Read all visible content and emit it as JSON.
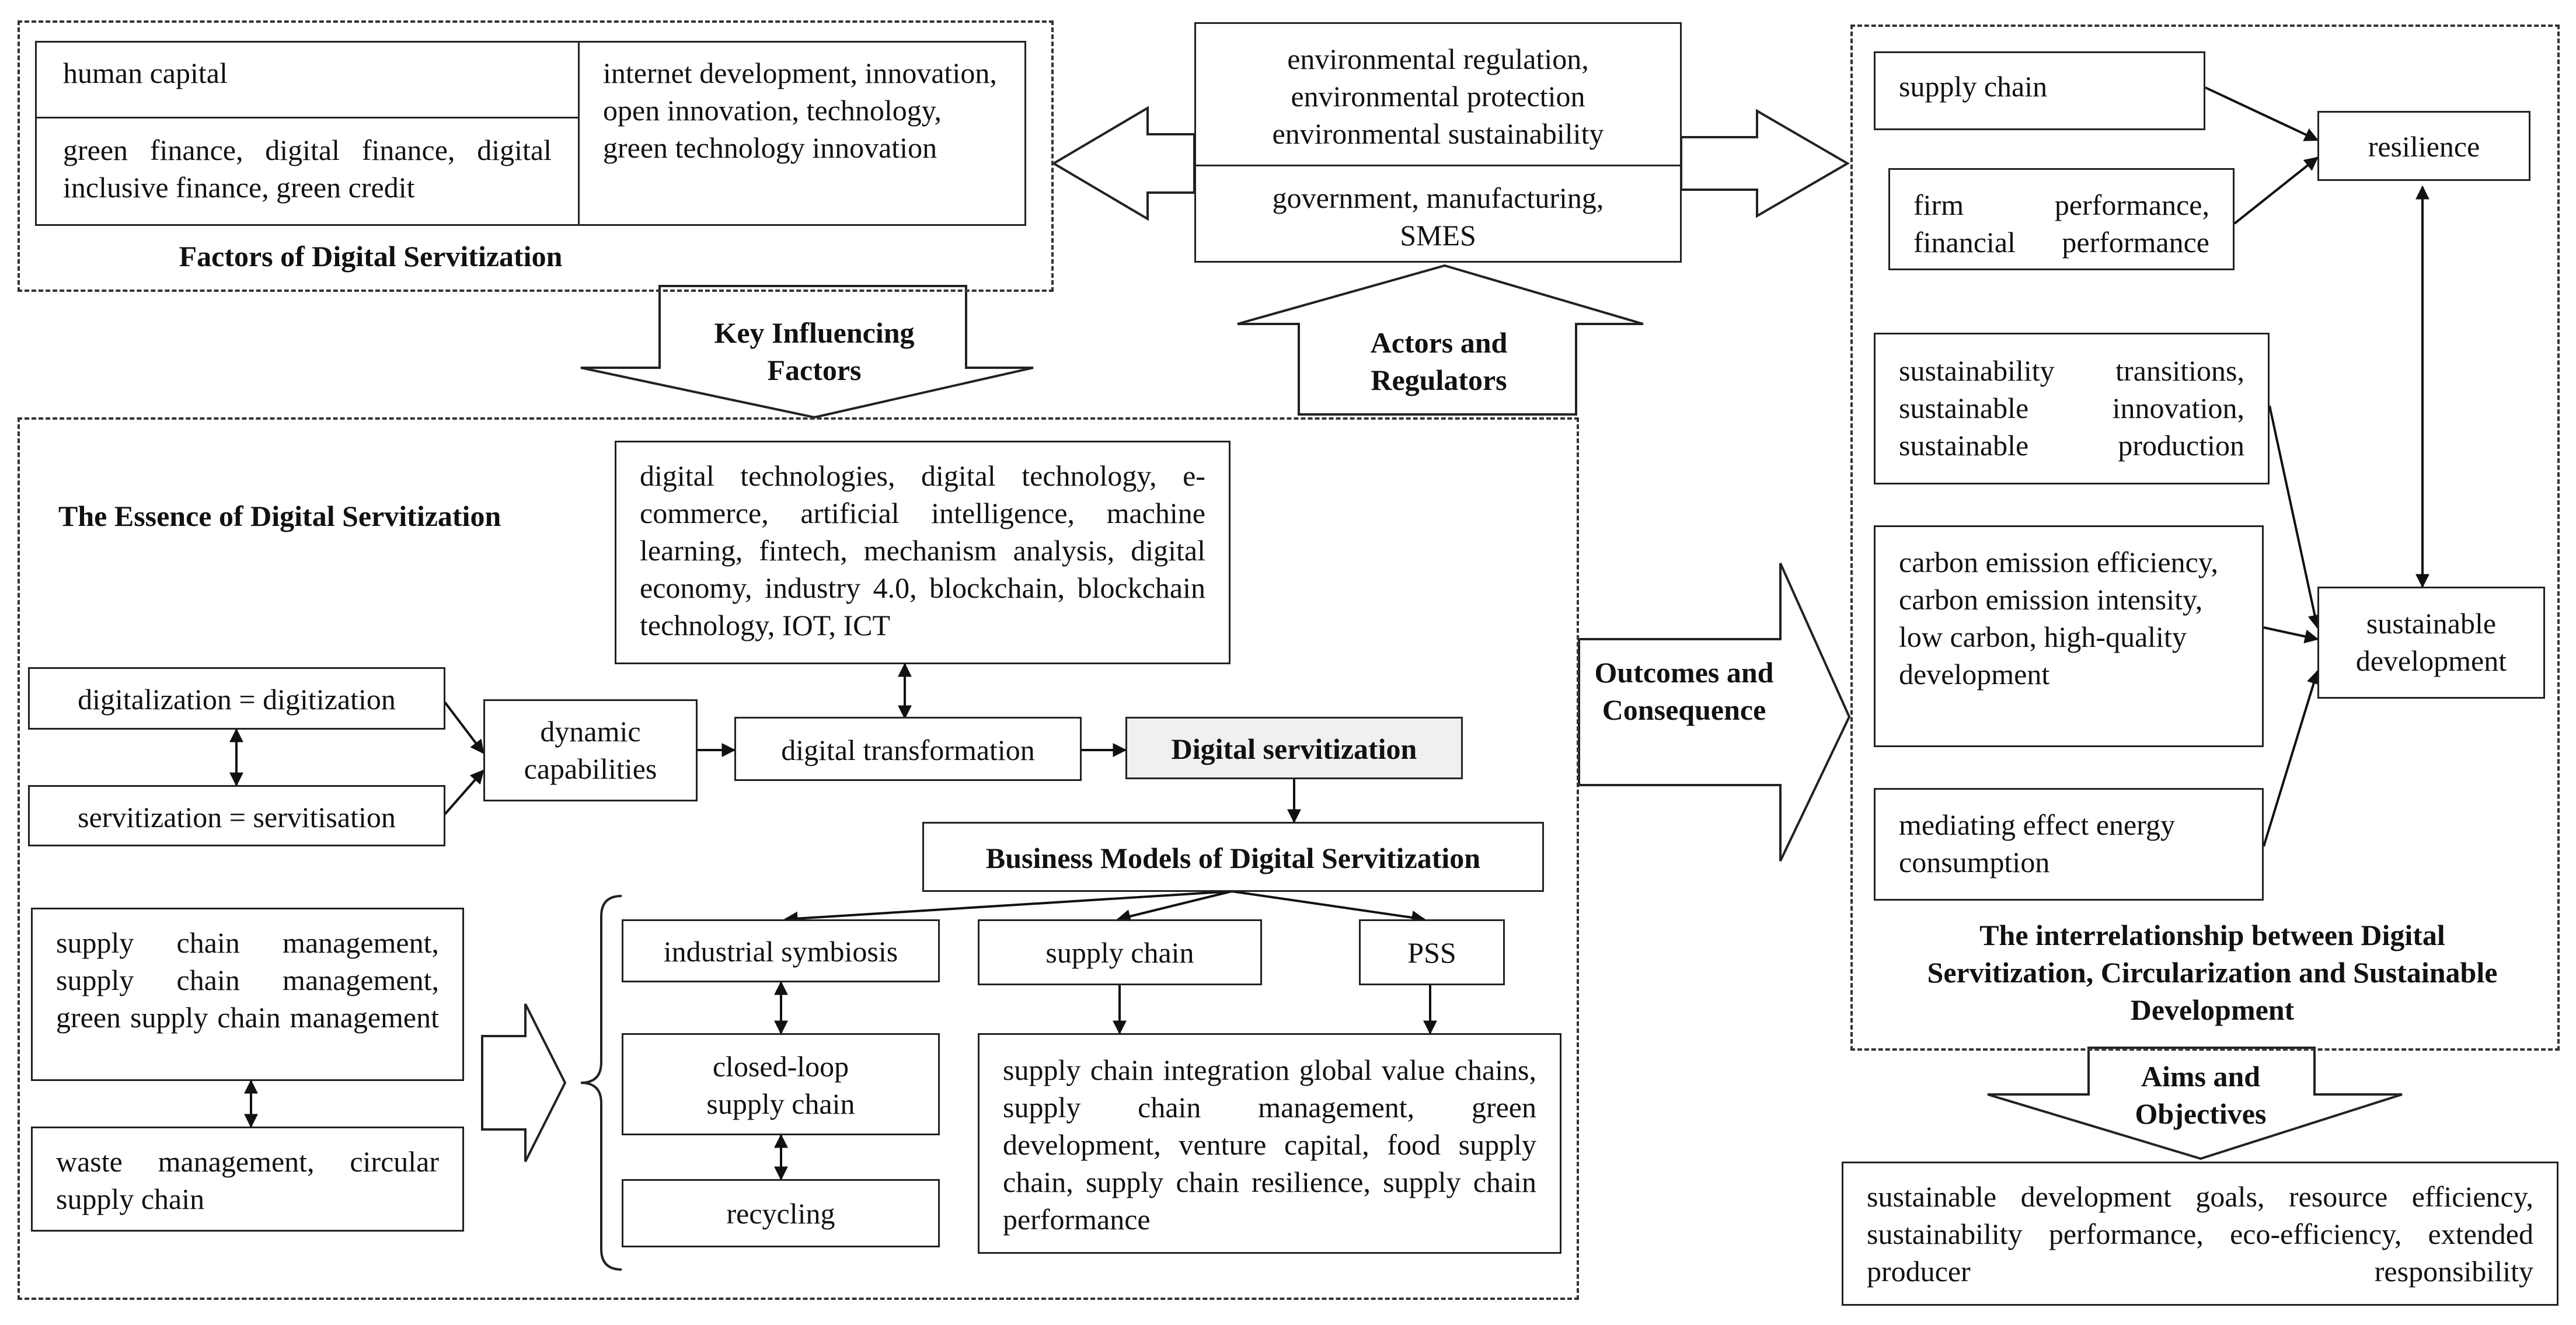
{
  "factors_panel": {
    "title": "Factors of Digital Servitization",
    "cell_human_capital": "human capital",
    "cell_finance": "green finance, digital finance, digital inclusive finance, green credit",
    "cell_innovation": "internet development, innovation, open innovation, technology, green technology innovation"
  },
  "regulation_box": {
    "top": "environmental regulation, environmental protection environmental sustainability",
    "bottom": "government, manufacturing, SMES"
  },
  "arrow_labels": {
    "key_influencing": "Key Influencing Factors",
    "actors_regulators": "Actors and Regulators",
    "outcomes": "Outcomes and Consequence",
    "aims": "Aims and Objectives"
  },
  "essence_panel": {
    "title": "The Essence of Digital Servitization",
    "tech_list": "digital technologies, digital technology, e-commerce, artificial intelligence, machine learning, fintech, mechanism analysis, digital economy, industry 4.0, blockchain, blockchain technology, IOT, ICT",
    "digitalization": "digitalization = digitization",
    "servitization": "servitization = servitisation",
    "dynamic_capabilities": "dynamic capabilities",
    "digital_transformation": "digital transformation",
    "digital_servitization": "Digital servitization",
    "business_models": "Business Models of Digital Servitization",
    "scm_list": "supply chain management, supply chain management, green supply chain management",
    "waste_mgmt": "waste management, circular supply chain",
    "industrial_symbiosis": "industrial symbiosis",
    "closed_loop": "closed-loop supply chain",
    "recycling": "recycling",
    "supply_chain": "supply chain",
    "pss": "PSS",
    "integration_list": "supply chain integration global value chains, supply chain management, green development, venture capital, food supply chain, supply chain resilience, supply chain performance"
  },
  "interrelation_panel": {
    "title": "The interrelationship between Digital Servitization, Circularization and Sustainable Development",
    "supply_chain": "supply chain",
    "firm_performance": "firm performance, financial performance",
    "resilience": "resilience",
    "sustainability_transitions": "sustainability transitions, sustainable innovation, sustainable production",
    "carbon_emission": "carbon emission efficiency, carbon emission intensity, low carbon, high-quality development",
    "mediating_effect": "mediating effect energy consumption",
    "sustainable_development": "sustainable development"
  },
  "goals_box": {
    "text": "sustainable development goals, resource efficiency, sustainability performance, eco-efficiency, extended producer responsibility"
  }
}
